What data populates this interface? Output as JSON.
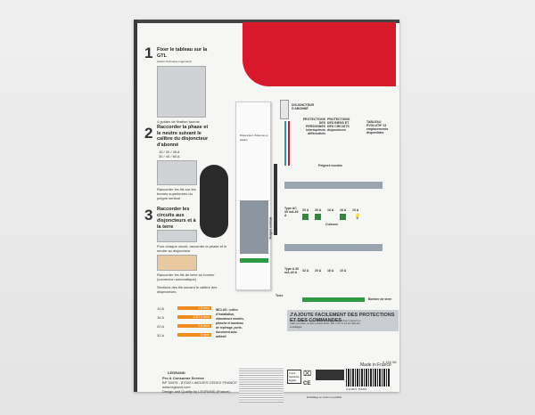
{
  "steps": [
    {
      "number": "1",
      "title": "Fixer le tableau sur la GTL",
      "subtitle": "(Gaine Technique Logement)",
      "caption": "4 guides de fixation fournis"
    },
    {
      "number": "2",
      "title": "Raccorder la phase et le neutre suivant le calibre du disjoncteur d'abonné",
      "options": [
        "15 / 30 / 45 A",
        "30 / 45 / 60 A"
      ],
      "caption": "Raccorder les fils sur les bornes supérieures du peigne vertical"
    },
    {
      "number": "3",
      "title": "Raccorder les circuits aux disjoncteurs et à la terre",
      "caption1": "Pour chaque circuit, raccorder la phase et le neutre au disjoncteur",
      "caption2": "Raccorder les fils de terre au bornier (connexion automatique)",
      "caption3": "Sections des fils suivant le calibre des disjoncteurs"
    }
  ],
  "wire_sections": [
    {
      "rating": "10 A",
      "section": "1,5 mm²"
    },
    {
      "rating": "16 A",
      "section": "1,5/2,5 mm²"
    },
    {
      "rating": "20 A",
      "section": "2,5 mm²"
    },
    {
      "rating": "32 A",
      "section": "6 mm²"
    }
  ],
  "included": "INCLUS : notice d'installation, obturateurs montés, planche et bandeau de repérage, porte-document auto adhésif",
  "diagram": {
    "enclosure_label": "Disjoncteur d'abonné et platine",
    "main_breaker": "DISJONCTEUR D'ABONNÉ",
    "protection_persons": "PROTECTIONS DES PERSONNES interrupteurs différentiels",
    "protection_goods": "PROTECTIONS DES BIENS ET DES CIRCUITS disjoncteurs",
    "evolutive": "TABLEAU ÉVOLUTIF 13 emplacements disponibles",
    "comb": "Peignes montés",
    "vertical_comb": "Peigne vertical",
    "row1_type": "Type AC 30 mA-63 A",
    "row1_ratings": [
      "20 A",
      "20 A",
      "16 A",
      "16 A",
      "10 A"
    ],
    "row1_extra": "Cuisson",
    "row2_type": "Type A 30 mA-40 A",
    "row2_ratings": [
      "32 A",
      "20 A",
      "16 A",
      "10 A"
    ],
    "earth": "Terre",
    "earth_bar": "Bornier de terre"
  },
  "banner": {
    "title": "J'AJOUTE FACILEMENT DES PROTECTIONS ET DES COMMANDES",
    "text": "Pour compléter le coupe, utilisez les peignes horizontaux Legrand ou coder sur place, ou des modules libres. Réf. 4 05 72 sur les rails des emballages."
  },
  "company": {
    "name": "LEGRAND",
    "service": "Pro & Consumer Service",
    "address": "BP 30076 - 87002 LIMOGES CEDEX FRANCE",
    "web": "www.legrand.com",
    "design": "Design and Quality by LEGRAND (France)"
  },
  "warranty": "2 ans Garantie légale",
  "recycling": "Emballage en carton recyclable",
  "ref": "0 150 56",
  "made_in": "Made in France",
  "barcode": "3 414971 761561",
  "colors": {
    "red": "#d8192b",
    "orange": "#ef8a1c",
    "green": "#2e9a44",
    "blue": "#2b8fd6"
  }
}
